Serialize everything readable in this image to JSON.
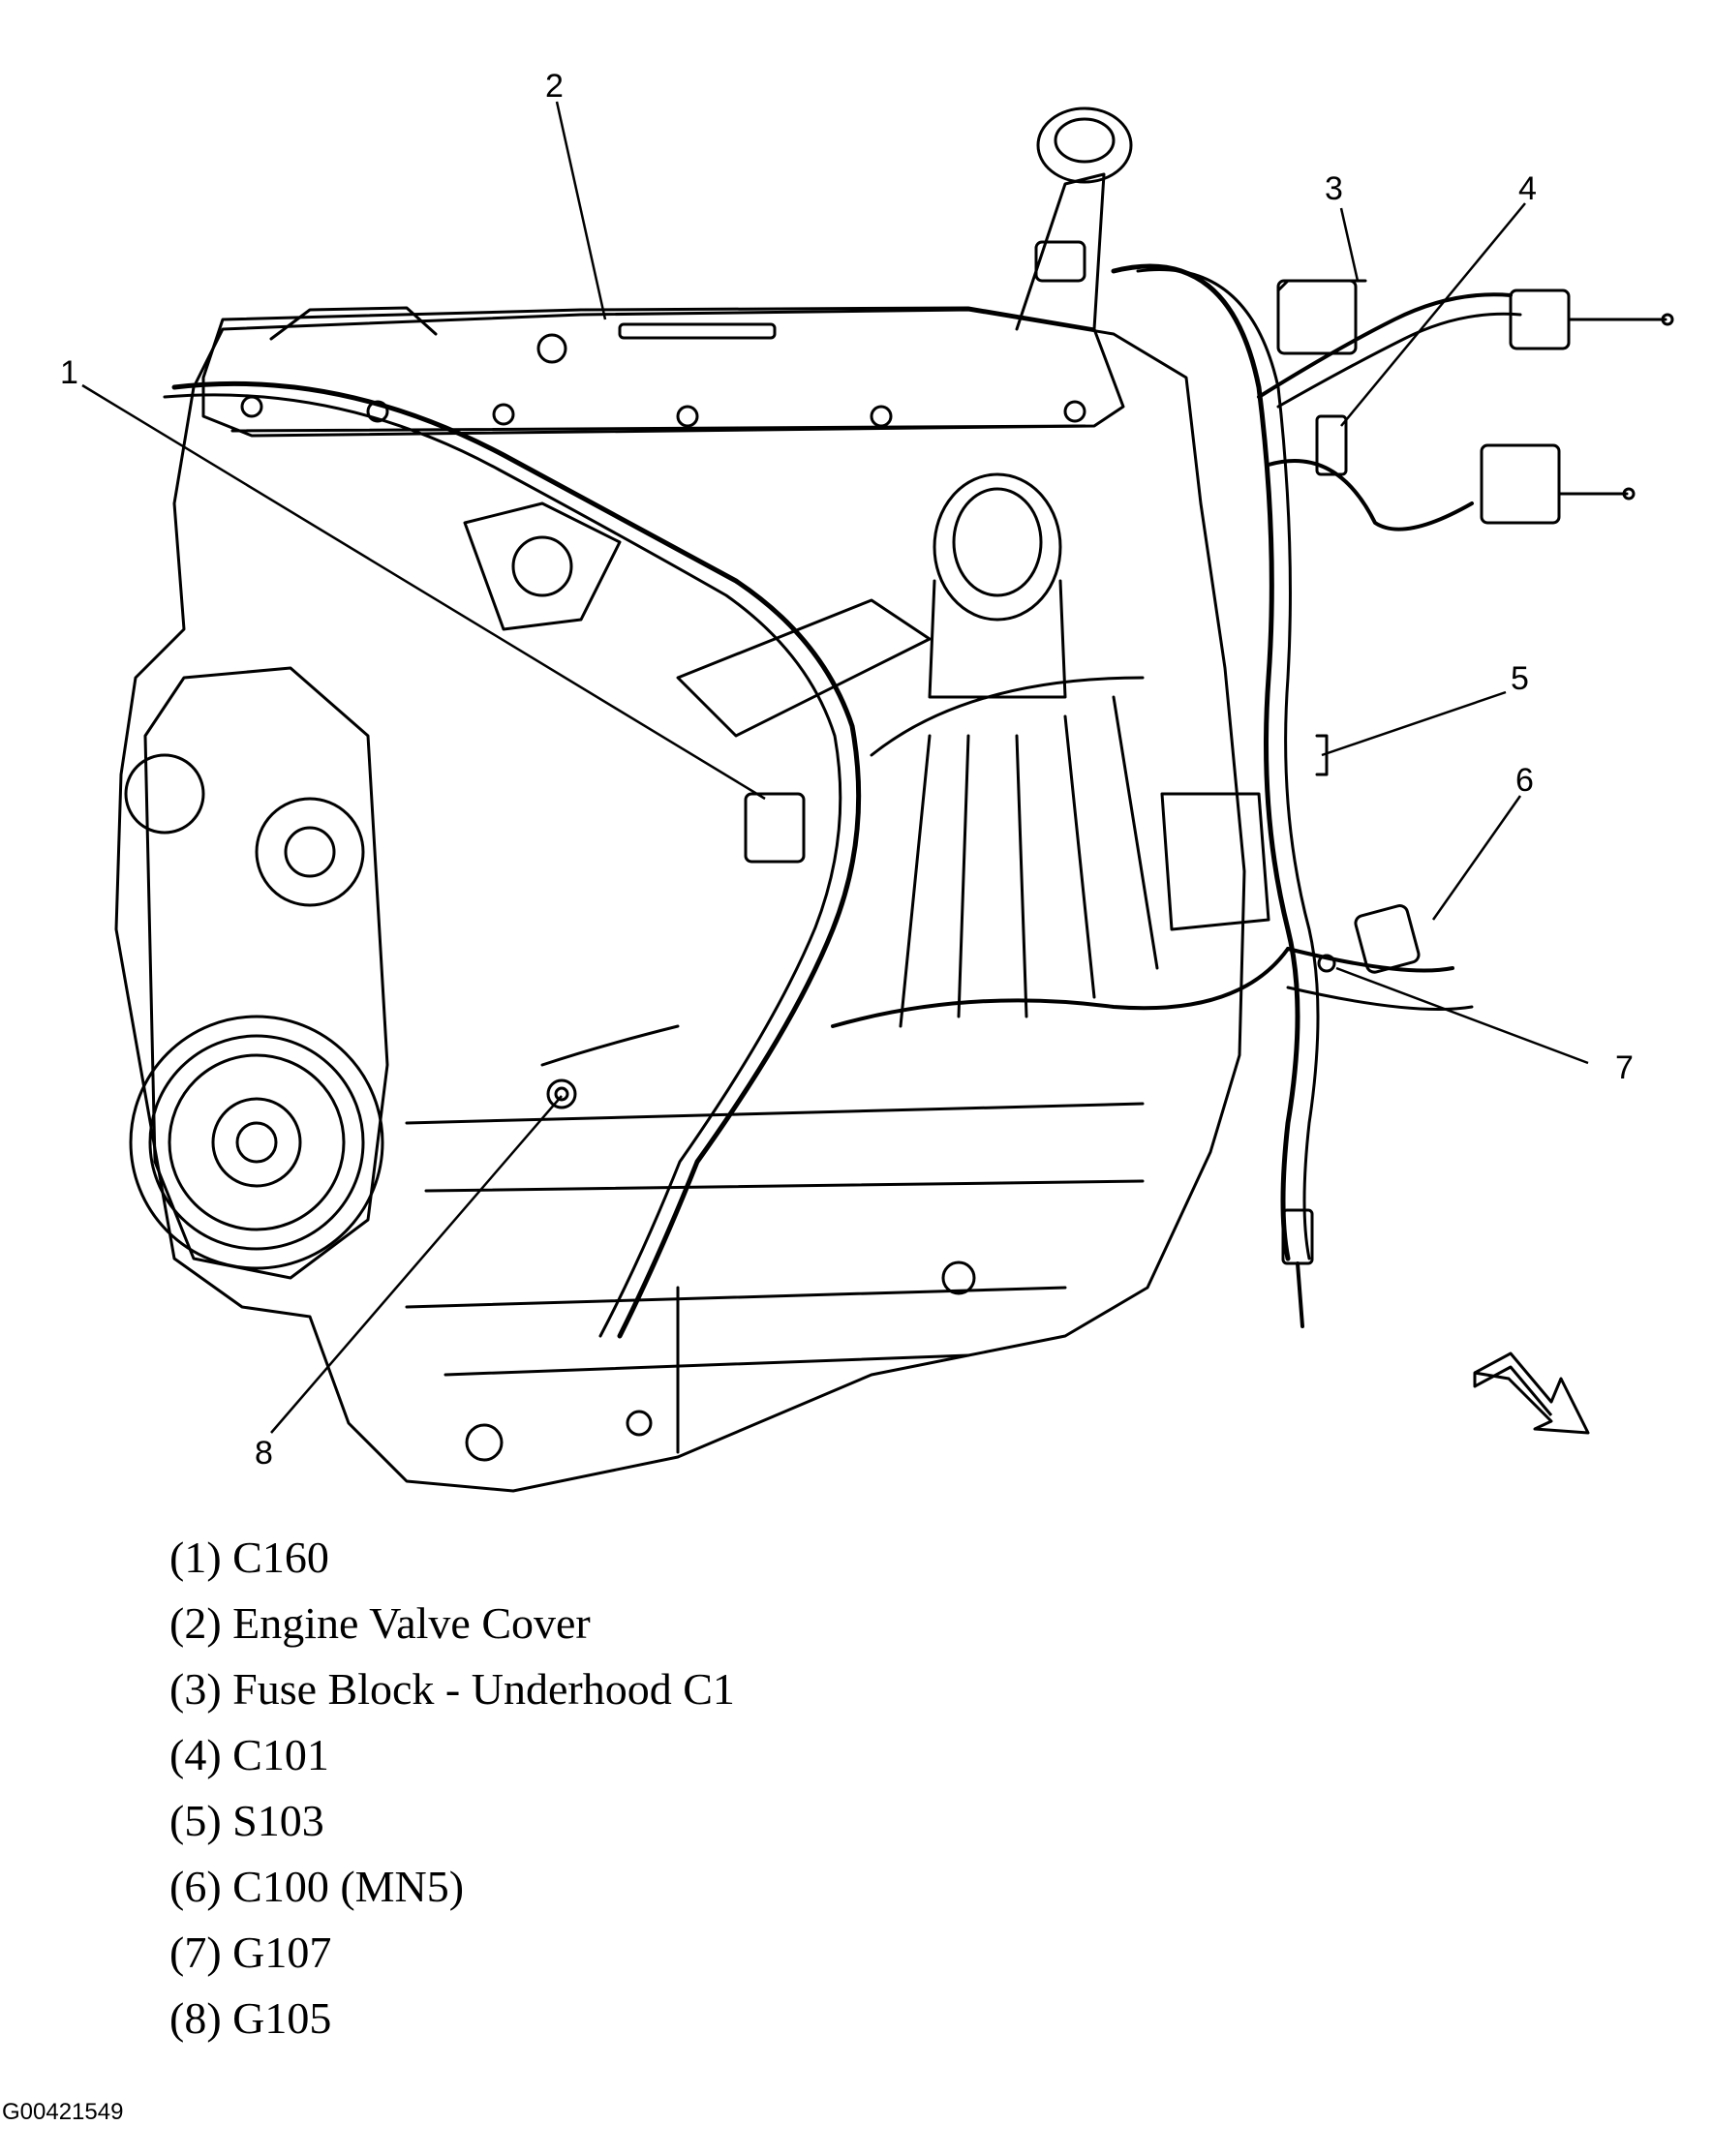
{
  "callouts": [
    {
      "num": "1",
      "label": "C160"
    },
    {
      "num": "2",
      "label": "Engine Valve Cover"
    },
    {
      "num": "3",
      "label": "Fuse Block - Underhood C1"
    },
    {
      "num": "4",
      "label": "C101"
    },
    {
      "num": "5",
      "label": "S103"
    },
    {
      "num": "6",
      "label": "C100 (MN5)"
    },
    {
      "num": "7",
      "label": "G107"
    },
    {
      "num": "8",
      "label": "G105"
    }
  ],
  "legend": [
    "(1) C160",
    "(2) Engine Valve Cover",
    "(3) Fuse Block - Underhood C1",
    "(4) C101",
    "(5) S103",
    "(6) C100 (MN5)",
    "(7) G107",
    "(8) G105"
  ],
  "figure_id": "G00421549",
  "icons": {
    "direction_arrow": "front-direction-arrow-icon"
  }
}
